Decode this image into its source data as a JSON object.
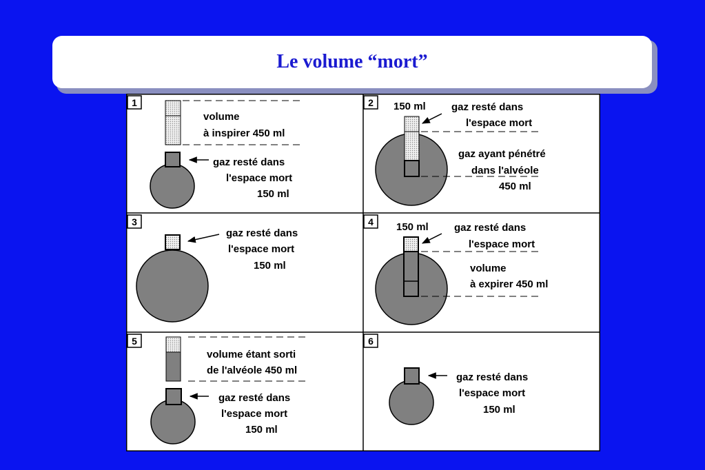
{
  "title": "Le volume “mort”",
  "colors": {
    "background": "#0a14f0",
    "title_text": "#1a1ad0",
    "alveole": "#808080",
    "dotted_fill": "#e4e4e4"
  },
  "panels": [
    {
      "number": "1",
      "label_a1": "volume",
      "label_a2": "à inspirer 450 ml",
      "label_b1": "gaz resté dans",
      "label_b2": "l'espace mort",
      "label_b3": "150 ml"
    },
    {
      "number": "2",
      "label_top": "150 ml",
      "label_a1": "gaz resté dans",
      "label_a2": "l'espace mort",
      "label_b1": "gaz ayant pénétré",
      "label_b2": "dans l'alvéole",
      "label_b3": "450 ml"
    },
    {
      "number": "3",
      "label_a1": "gaz resté dans",
      "label_a2": "l'espace mort",
      "label_a3": "150 ml"
    },
    {
      "number": "4",
      "label_top": "150 ml",
      "label_a1": "gaz resté dans",
      "label_a2": "l'espace mort",
      "label_b1": "volume",
      "label_b2": "à expirer 450 ml"
    },
    {
      "number": "5",
      "label_a1": "volume étant sorti",
      "label_a2": "de l'alvéole 450 ml",
      "label_b1": "gaz resté dans",
      "label_b2": "l'espace mort",
      "label_b3": "150 ml"
    },
    {
      "number": "6",
      "label_a1": "gaz resté dans",
      "label_a2": "l'espace mort",
      "label_a3": "150 ml"
    }
  ]
}
